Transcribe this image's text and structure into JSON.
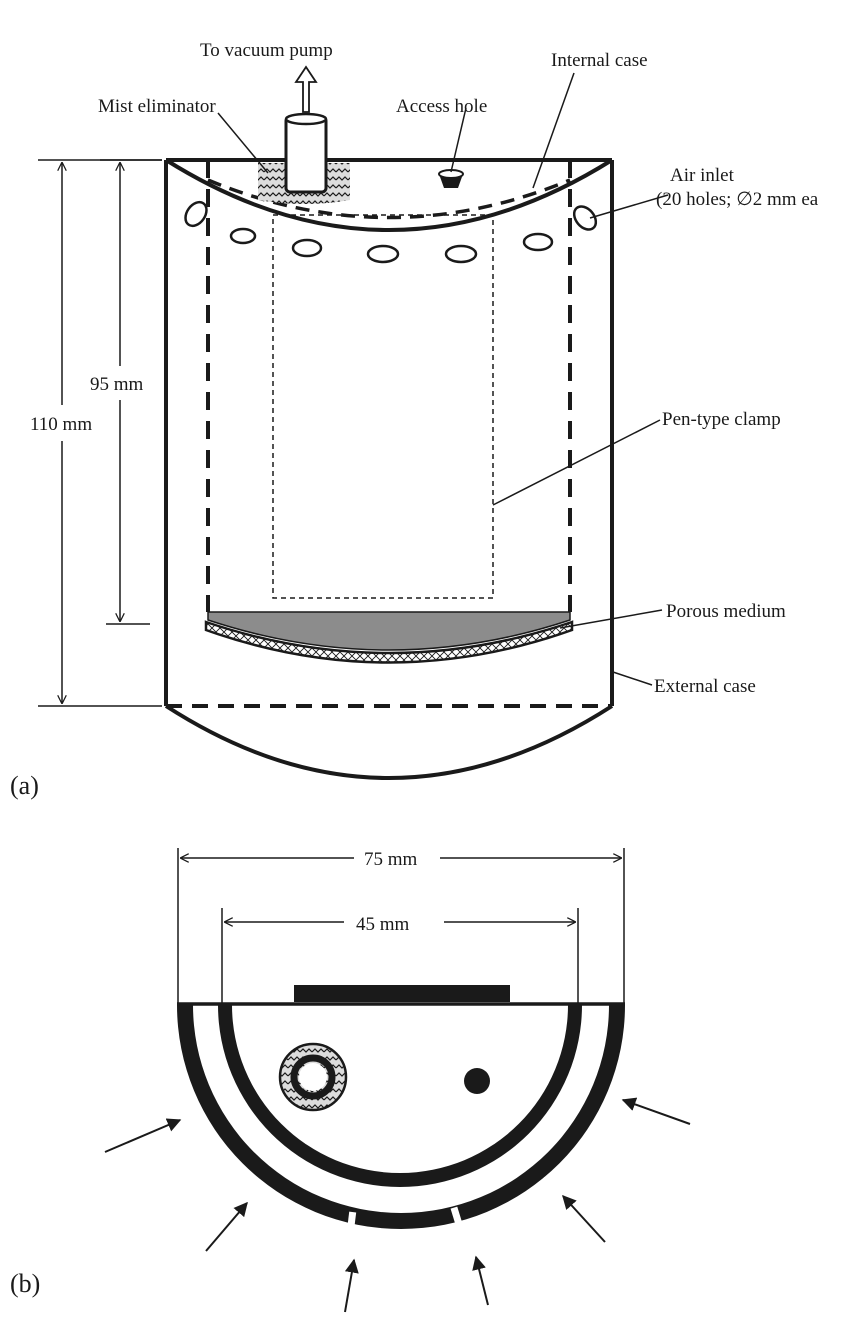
{
  "panel_a": {
    "panel_label": "(a)",
    "labels": {
      "vacuum_pump": "To vacuum pump",
      "mist_eliminator": "Mist eliminator",
      "access_hole": "Access hole",
      "internal_case": "Internal case",
      "air_inlet_line1": "Air inlet",
      "air_inlet_line2": "(20 holes; ∅2 mm ea",
      "pen_clamp": "Pen-type clamp",
      "porous_medium": "Porous medium",
      "external_case": "External case"
    },
    "dimensions": {
      "inner_height": "95 mm",
      "outer_height": "110 mm"
    }
  },
  "panel_b": {
    "panel_label": "(b)",
    "dimensions": {
      "outer_width": "75 mm",
      "inner_width": "45 mm"
    }
  },
  "colors": {
    "ink": "#1a1a1a",
    "porous_fill": "#8c8c8c",
    "mist_fill": "#d9d9d9"
  }
}
